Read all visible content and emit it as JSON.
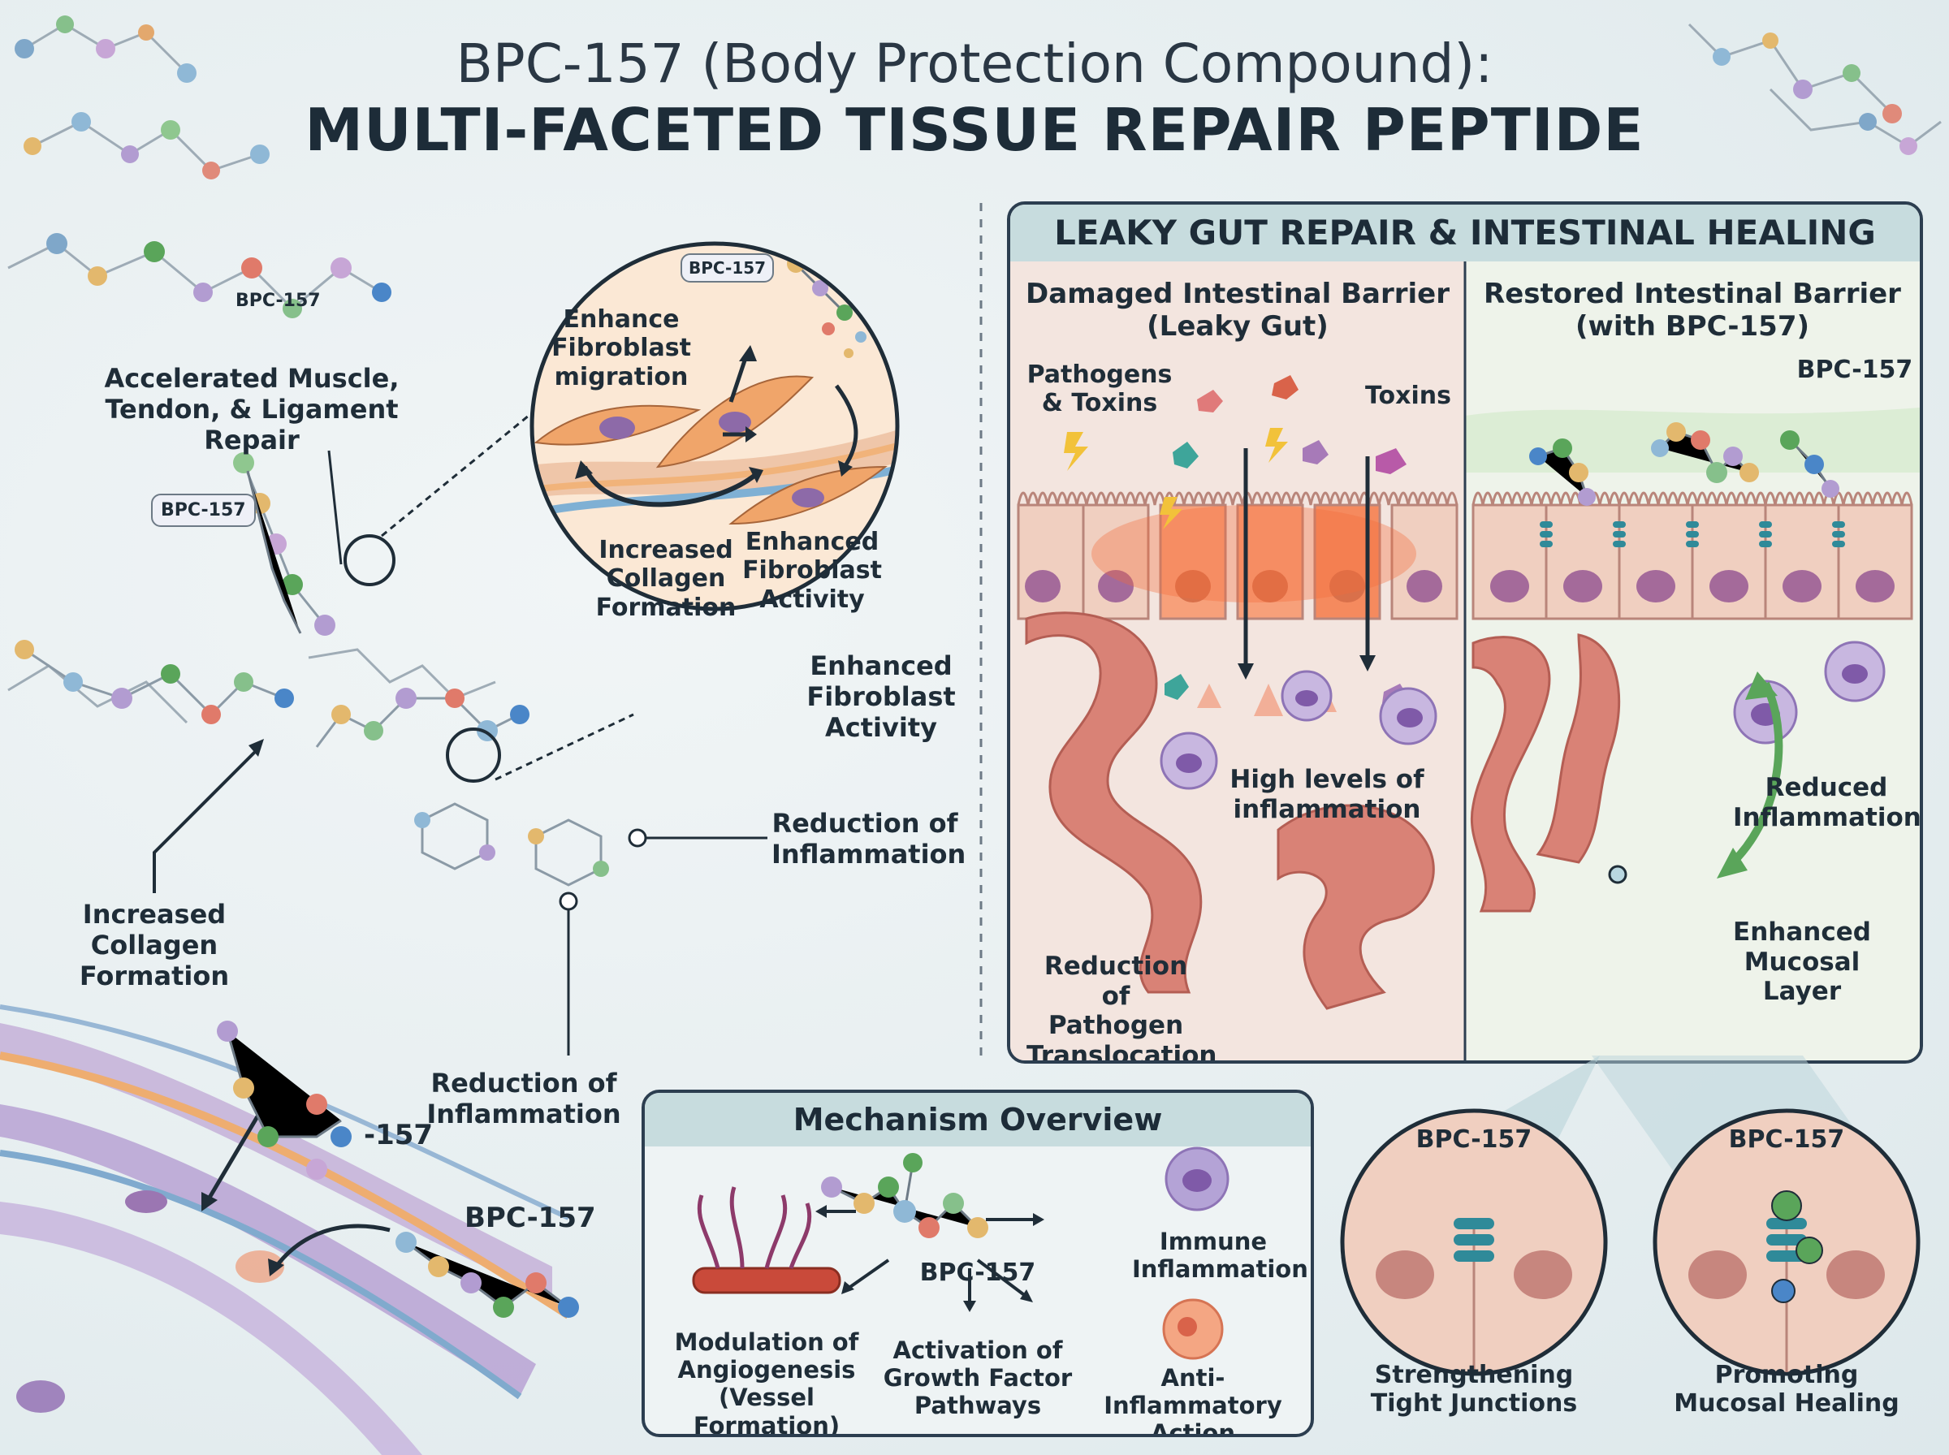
{
  "title": {
    "line1": "BPC-157 (Body Protection Compound):",
    "line2": "MULTI-FACETED TISSUE REPAIR PEPTIDE"
  },
  "left": {
    "muscle_label": "Accelerated Muscle,\nTendon, & Ligament Repair",
    "collagen_label": "Increased\nCollagen Formation",
    "fibroblast_label": "Enhanced\nFibroblast\nActivity",
    "inflam_label_right": "Reduction of\nInflammation",
    "inflam_label_bottom": "Reduction of\nInflammation",
    "bpc_tag_top": "BPC-157",
    "bpc_tag_mid": "BPC-157",
    "bpc_partial": "-157",
    "bpc_bottom": "BPC-157"
  },
  "zoom_circle": {
    "tag": "BPC-157",
    "migration": "Enhance\nFibroblast\nmigration",
    "collagen": "Increased\nCollagen\nFormation",
    "activity": "Enhanced\nFibroblast\nActivity"
  },
  "gut_panel": {
    "header": "LEAKY GUT REPAIR & INTESTINAL HEALING",
    "damaged_title": "Damaged Intestinal Barrier\n(Leaky Gut)",
    "restored_title": "Restored Intestinal Barrier\n(with BPC-157)",
    "pathogens": "Pathogens\n& Toxins",
    "toxins": "Toxins",
    "bpc_label": "BPC-157",
    "high_inflam": "High levels of\ninflammation",
    "pathogen_transloc": "Reduction of\nPathogen\nTranslocation",
    "reduced_inflam": "Reduced\nInflammation",
    "mucosal_layer": "Enhanced\nMucosal Layer"
  },
  "mechanism": {
    "header": "Mechanism Overview",
    "center": "BPC-157",
    "angiogenesis": "Modulation of\nAngiogenesis\n(Vessel Formation)",
    "growth_factor": "Activation of\nGrowth Factor\nPathways",
    "anti_inflam": "Anti-Inflammatory\nAction",
    "immune": "Immune\nInflammation"
  },
  "detail_circles": {
    "left_tag": "BPC-157",
    "left_caption": "Strengthening\nTight Junctions",
    "right_tag": "BPC-157",
    "right_caption": "Promoting\nMucosal Healing"
  },
  "colors": {
    "panel_border": "#2c3e50",
    "panel_head": "#c7dcde",
    "intestine": "#d98276",
    "cell": "#f0cfc0",
    "nucleus": "#a46a9a",
    "inflammation": "#f36a3a",
    "healing_green": "#5aa55a",
    "tight_junction": "#2f8a99"
  },
  "icons": [
    "molecule-icon",
    "fibroblast-icon",
    "pathogen-icon",
    "lightning-icon",
    "immune-cell-icon",
    "blood-vessel-icon",
    "arrow-icon"
  ]
}
